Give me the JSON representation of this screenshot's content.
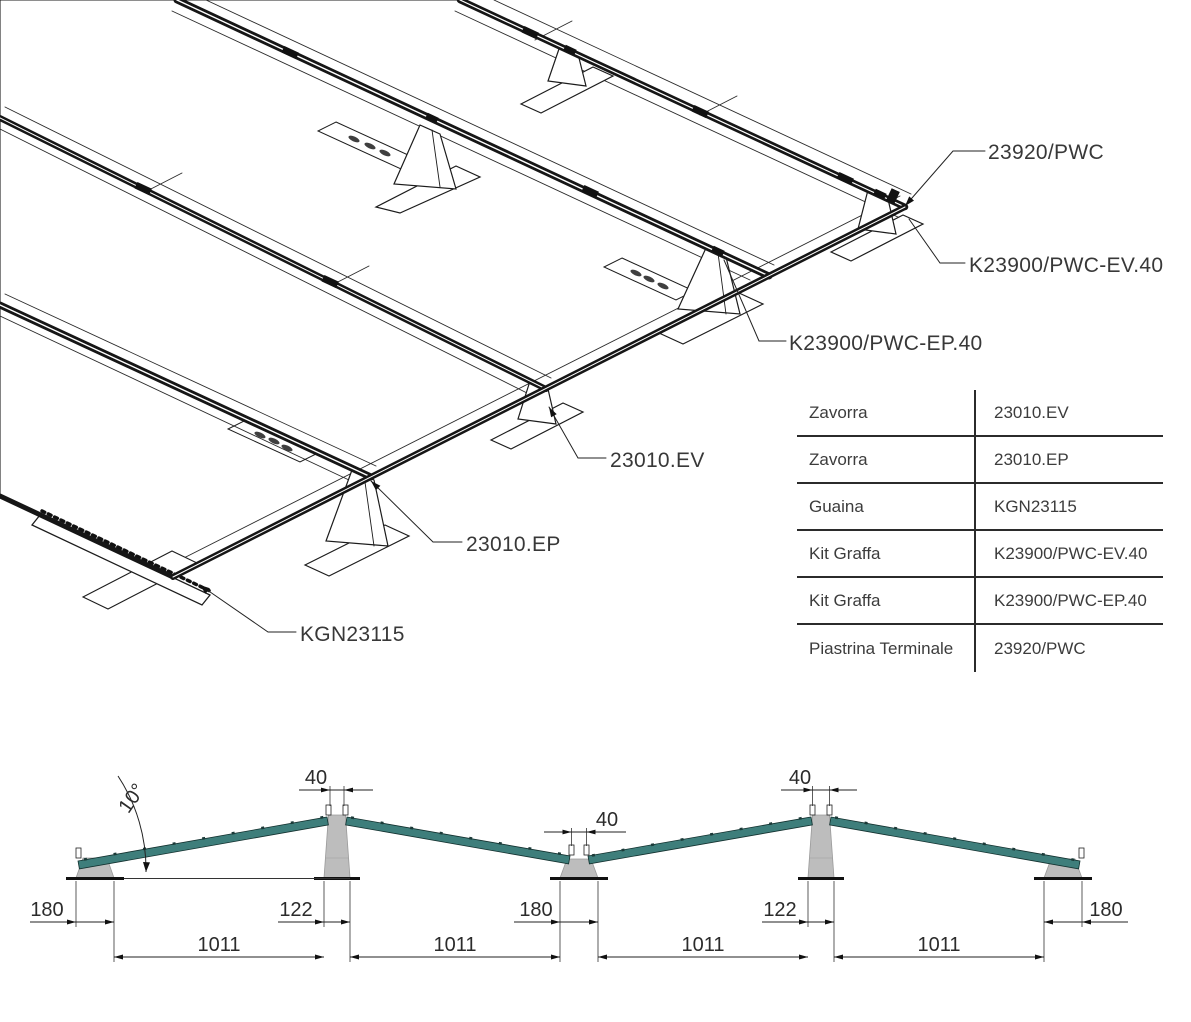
{
  "figure_top": {
    "callouts": [
      {
        "label": "23920/PWC"
      },
      {
        "label": "K23900/PWC-EV.40"
      },
      {
        "label": "K23900/PWC-EP.40"
      },
      {
        "label": "23010.EV"
      },
      {
        "label": "23010.EP"
      },
      {
        "label": "KGN23115"
      }
    ]
  },
  "parts_table": {
    "rows": [
      {
        "name": "Zavorra",
        "code": "23010.EV"
      },
      {
        "name": "Zavorra",
        "code": "23010.EP"
      },
      {
        "name": "Guaina",
        "code": "KGN23115"
      },
      {
        "name": "Kit Graffa",
        "code": "K23900/PWC-EV.40"
      },
      {
        "name": "Kit Graffa",
        "code": "K23900/PWC-EP.40"
      },
      {
        "name": "Piastrina Terminale",
        "code": "23920/PWC"
      }
    ]
  },
  "figure_bottom": {
    "angle": "10°",
    "gap_peak_left": "40",
    "gap_valley": "40",
    "gap_peak_right": "40",
    "width_left": "180",
    "width_peak_left": "122",
    "width_valley": "180",
    "width_peak_right": "122",
    "width_right": "180",
    "span_1": "1011",
    "span_2": "1011",
    "span_3": "1011",
    "span_4": "1011",
    "colors": {
      "panel_teal": "#3E7E7B",
      "pedestal_gray": "#BDBDBD",
      "line": "#1C1C1C"
    }
  }
}
